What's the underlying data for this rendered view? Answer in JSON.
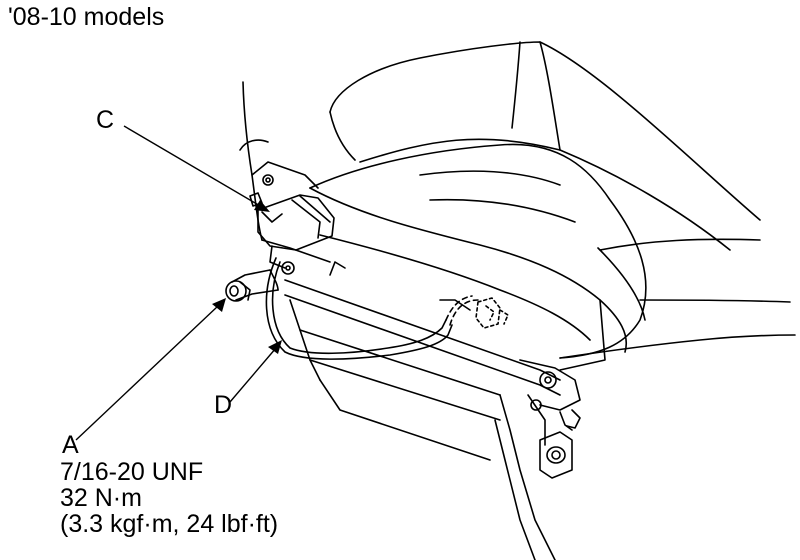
{
  "title": "'08-10 models",
  "callouts": {
    "a": "A",
    "c": "C",
    "d": "D"
  },
  "spec_a": {
    "thread": "7/16-20 UNF",
    "torque": "32 N·m",
    "torque_alt": "(3.3 kgf·m, 24 lbf·ft)"
  },
  "colors": {
    "line": "#000000",
    "background": "#ffffff"
  }
}
